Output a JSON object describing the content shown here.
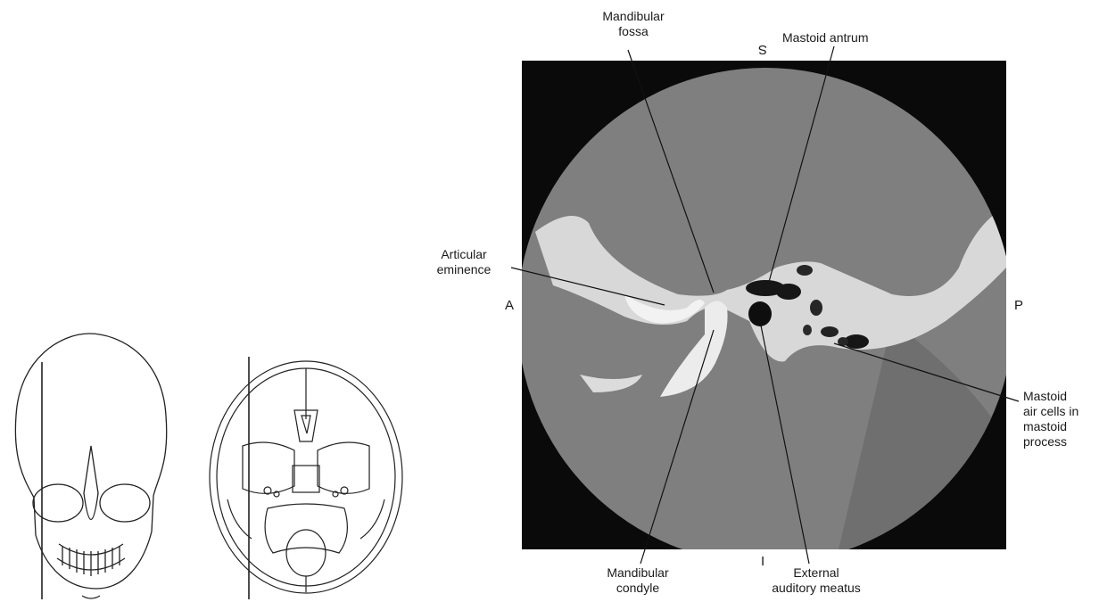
{
  "labels": {
    "mandibular_fossa": "Mandibular\nfossa",
    "mastoid_antrum": "Mastoid antrum",
    "articular_eminence": "Articular\neminence",
    "mastoid_air_cells": "Mastoid\nair cells in\nmastoid\nprocess",
    "mandibular_condyle": "Mandibular\ncondyle",
    "external_auditory_meatus": "External\nauditory meatus"
  },
  "orientation": {
    "superior": "S",
    "inferior": "I",
    "anterior": "A",
    "posterior": "P"
  }
}
